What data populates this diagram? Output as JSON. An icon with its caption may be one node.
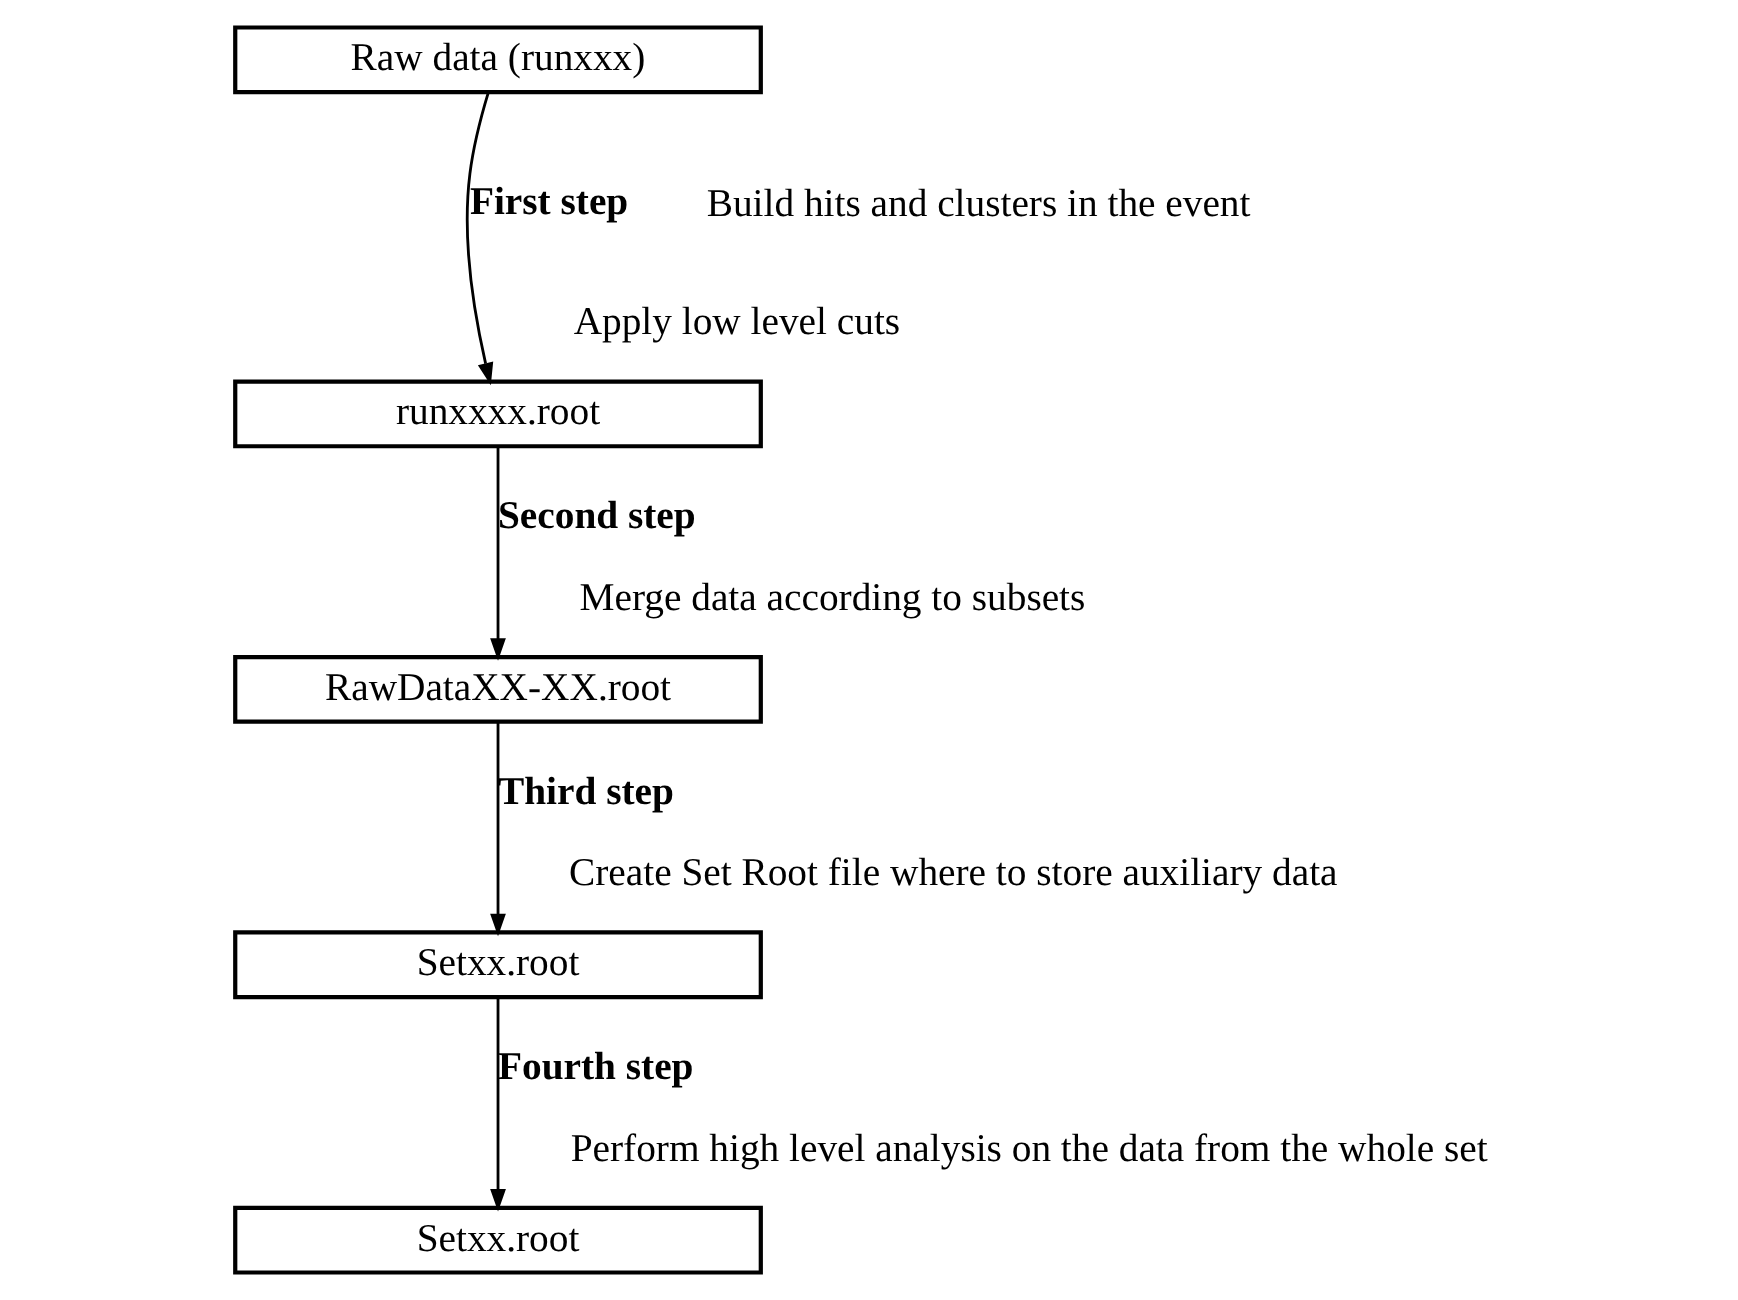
{
  "diagram": {
    "nodes": [
      {
        "text": [
          "Raw data (runxxx)"
        ]
      },
      {
        "text": [
          "runxxxx.root"
        ]
      },
      {
        "text": [
          "RawDataXX-XX.root"
        ]
      },
      {
        "text": [
          "Setxx.root"
        ]
      },
      {
        "text": [
          "Setxx.root"
        ]
      }
    ],
    "edges": [
      {
        "from": 0,
        "to": 1,
        "arrow": "to",
        "label": "First step"
      },
      {
        "from": 1,
        "to": 2,
        "arrow": "to",
        "label": "Second step"
      },
      {
        "from": 2,
        "to": 3,
        "arrow": "to",
        "label": "Third step"
      },
      {
        "from": 3,
        "to": 4,
        "arrow": "to",
        "label": "Fourth step"
      }
    ],
    "labels": [
      "Build hits and clusters in the event",
      "Apply low level cuts",
      "Merge data according to subsets",
      "Create Set Root file where to store auxiliary data",
      "Perform high level analysis on the data from the whole set"
    ]
  }
}
